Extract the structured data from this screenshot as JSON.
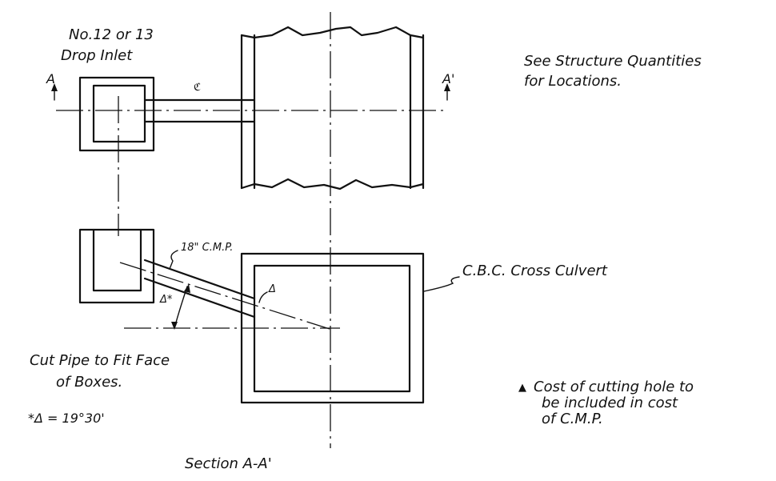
{
  "plan": {
    "inlet_title_line1": "No.12 or 13",
    "inlet_title_line2": "Drop Inlet",
    "note_line1": "See Structure Quantities",
    "note_line2": "for Locations.",
    "section_mark_left": "A",
    "section_mark_right": "A'",
    "centerline_mark": "ℭ"
  },
  "section": {
    "pipe_label": "18\" C.M.P.",
    "delta_label": "Δ",
    "angle_label": "Δ*",
    "culvert_label": "C.B.C. Cross Culvert",
    "cut_pipe_line1": "Cut Pipe to Fit Face",
    "cut_pipe_line2": "of Boxes.",
    "angle_value": "*Δ = 19°30'",
    "cost_line1": "Cost of cutting hole to",
    "cost_line2": "be included in cost",
    "cost_line3": "of C.M.P.",
    "cost_marker": "▲",
    "title": "Section A-A'"
  }
}
